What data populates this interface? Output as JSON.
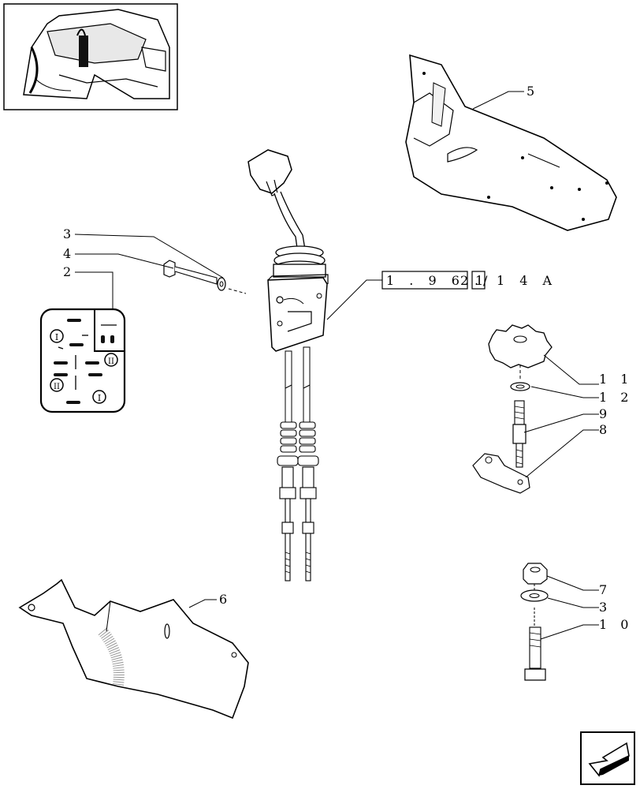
{
  "reference_box": {
    "segments": [
      "1 . 9 6 .",
      "2",
      "1",
      "/",
      "1 4 A"
    ]
  },
  "callouts": [
    {
      "id": "c5",
      "text": "5"
    },
    {
      "id": "c3a",
      "text": "3"
    },
    {
      "id": "c4",
      "text": "4"
    },
    {
      "id": "c2",
      "text": "2"
    },
    {
      "id": "c11",
      "text": "1 1"
    },
    {
      "id": "c12",
      "text": "1 2"
    },
    {
      "id": "c9",
      "text": "9"
    },
    {
      "id": "c8",
      "text": "8"
    },
    {
      "id": "c6",
      "text": "6"
    },
    {
      "id": "c7",
      "text": "7"
    },
    {
      "id": "c3b",
      "text": "3"
    },
    {
      "id": "c10",
      "text": "1 0"
    }
  ],
  "gear_pattern": {
    "roman_one": "I",
    "roman_two": "II"
  },
  "icons": [
    "tractor-cab-thumbnail",
    "gear-shift-pattern-plate",
    "next-page-arrow-icon"
  ]
}
